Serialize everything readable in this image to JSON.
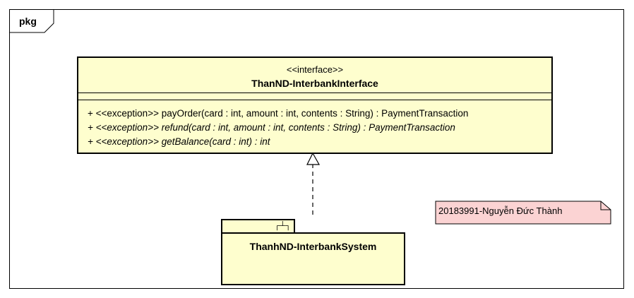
{
  "frame": {
    "label": "pkg"
  },
  "interface": {
    "stereotype": "<<interface>>",
    "name": "ThanND-InterbankInterface",
    "operations": [
      "+ <<exception>> payOrder(card : int, amount : int, contents : String) : PaymentTransaction",
      "+ <<exception>> refund(card : int, amount : int, contents : String) : PaymentTransaction",
      "+ <<exception>> getBalance(card : int) : int"
    ]
  },
  "note": {
    "text": "20183991-Nguyễn Đức Thành"
  },
  "package": {
    "name": "ThanhND-InterbankSystem"
  },
  "colors": {
    "class_fill": "#fefece",
    "note_fill": "#fbd3d3",
    "line": "#000000"
  }
}
